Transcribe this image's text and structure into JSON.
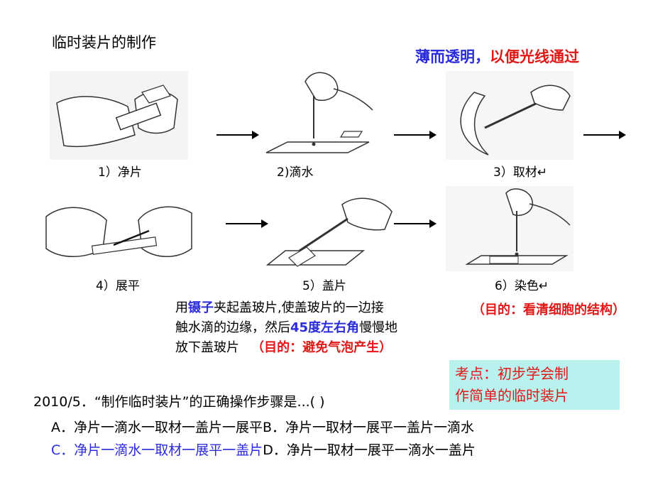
{
  "title": "临时装片的制作",
  "top_note": {
    "part1": "薄而透明，",
    "part2": "以便光线通过"
  },
  "colors": {
    "blue": "#2b2bdc",
    "red": "#e01818",
    "panel": "#b9f1ee"
  },
  "steps": [
    {
      "caption": "1）净片"
    },
    {
      "caption": "2)滴水"
    },
    {
      "caption": "3）取材↵"
    },
    {
      "caption": "4）展平"
    },
    {
      "caption": "5）盖片"
    },
    {
      "caption": "6）染色↵"
    }
  ],
  "description": {
    "l1a": "用",
    "l1b": "镊子",
    "l1c": "夹起盖玻片,使盖玻片的一边接",
    "l2a": "触水滴的边缘，然后",
    "l2b": "45度左右角",
    "l2c": "慢慢地",
    "l3a": "放下盖玻片",
    "l3b": "（目的：避免气泡产生）"
  },
  "goal_stain": "（目的：看清细胞的结构）",
  "kaodian": {
    "line1": "考点：初步学会制",
    "line2": "作简单的临时装片"
  },
  "question": "2010/5．“制作临时装片”的正确操作步骤是...(    )",
  "options": {
    "A": "A．净片一滴水一取材一盖片一展平B．净片一取材一展平一盖片一滴水",
    "C": "C．净片一滴水一取材一展平一盖片",
    "D": "D．净片一取材一展平一滴水一盖片"
  }
}
